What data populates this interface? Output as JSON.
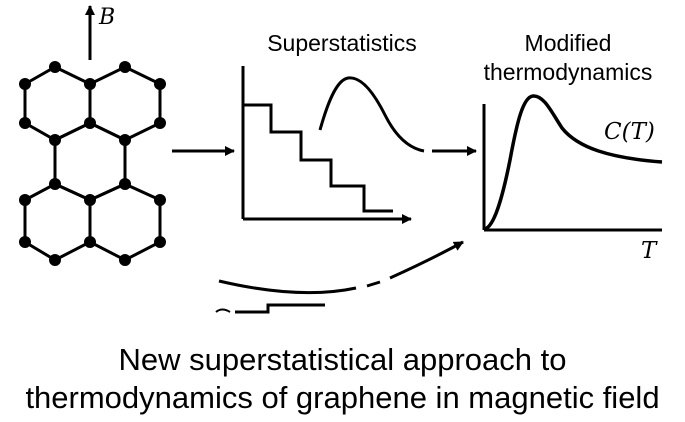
{
  "labels": {
    "field": "B",
    "superstatistics": "Superstatistics",
    "modified_1": "Modified",
    "modified_2": "thermodynamics",
    "heat_capacity": "C(T)",
    "temperature_axis": "T"
  },
  "caption": {
    "line1": "New superstatistical approach to",
    "line2": "thermodynamics of graphene in magnetic field"
  },
  "colors": {
    "ink": "#000000",
    "background": "#ffffff"
  }
}
